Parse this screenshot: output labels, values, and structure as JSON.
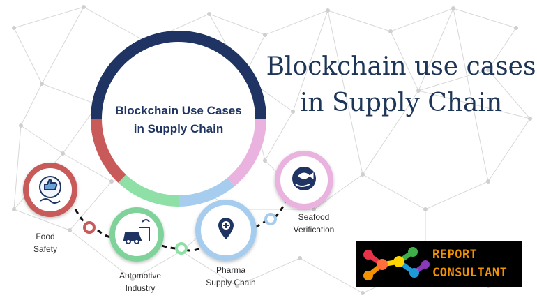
{
  "title": {
    "line1": "Blockchain use cases",
    "line2": "in Supply Chain"
  },
  "hub": {
    "line1": "Blockchain Use Cases",
    "line2": "in Supply Chain",
    "ring_colors": {
      "navy": "#1f3463",
      "red": "#c85a5a",
      "green": "#8ee0a6",
      "blue": "#a7cdee",
      "pink": "#eab2df"
    }
  },
  "use_cases": [
    {
      "id": "food-safety",
      "label_lines": [
        "Food",
        "Safety"
      ],
      "icon": "thumbs-up-hand-icon",
      "color": "#c85a5a"
    },
    {
      "id": "automotive-industry",
      "label_lines": [
        "Automotive",
        "Industry"
      ],
      "icon": "car-service-icon",
      "color": "#7fd39a"
    },
    {
      "id": "pharma-supply-chain",
      "label_lines": [
        "Pharma",
        "Supply Chain"
      ],
      "icon": "medical-pin-icon",
      "color": "#a7cdee"
    },
    {
      "id": "seafood-verification",
      "label_lines": [
        "Seafood",
        "Verification"
      ],
      "icon": "fish-in-hand-icon",
      "color": "#eab2df"
    }
  ],
  "brand": {
    "line1": "REPORT",
    "line2": "CONSULTANT",
    "text_color": "#f39200",
    "background": "#000000"
  }
}
